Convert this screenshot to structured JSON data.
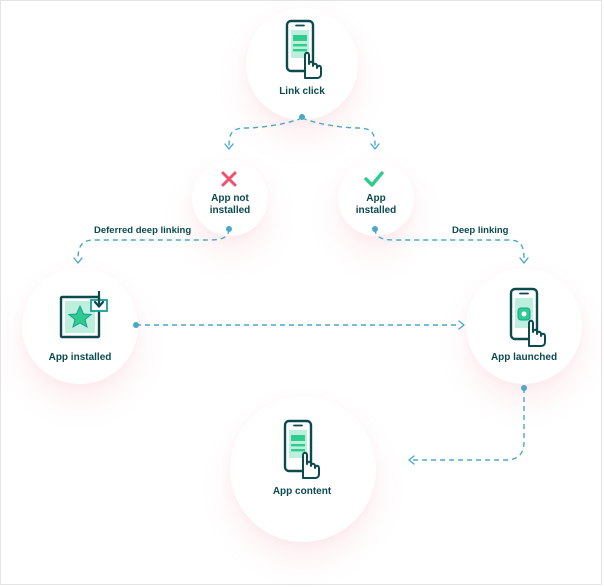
{
  "nodes": {
    "link_click": "Link click",
    "app_not_installed": [
      "App not",
      "installed"
    ],
    "app_installed_check": [
      "App",
      "installed"
    ],
    "app_installed_store": "App installed",
    "app_launched": "App launched",
    "app_content": "App content"
  },
  "edges": {
    "deferred": "Deferred deep linking",
    "deep": "Deep linking"
  },
  "colors": {
    "teal_dark": "#0b4a4d",
    "teal": "#1a9c96",
    "green": "#2ecc8f",
    "mint": "#bdf0dc",
    "red": "#f0506e",
    "dash": "#4aa8c8"
  },
  "icons": [
    "phone-tap-icon",
    "cross-icon",
    "checkmark-icon",
    "app-store-download-icon",
    "phone-launch-icon",
    "phone-content-icon"
  ]
}
